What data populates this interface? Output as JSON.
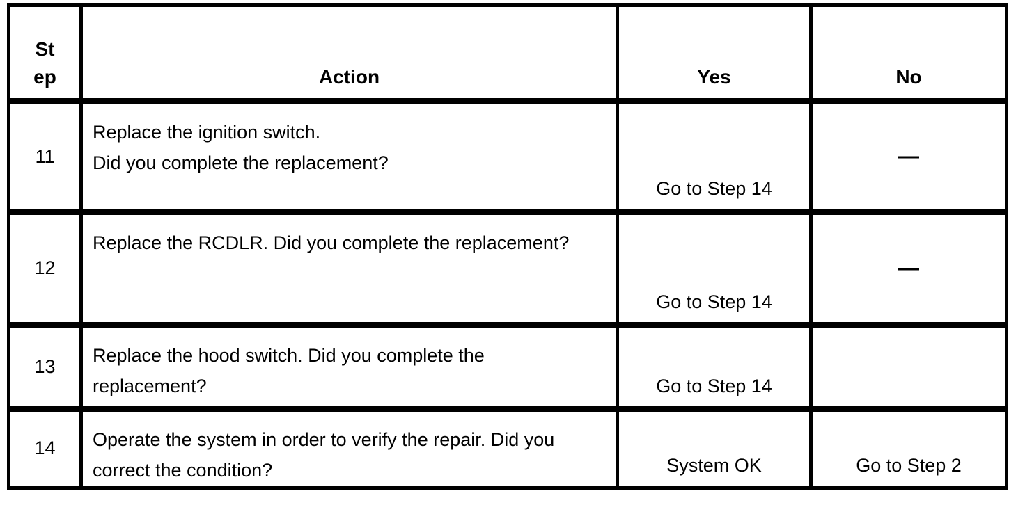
{
  "table": {
    "headers": {
      "step": "St\nep",
      "action": "Action",
      "yes": "Yes",
      "no": "No"
    },
    "rows": [
      {
        "step": "11",
        "action": "Replace the ignition switch.\nDid you complete the replacement?",
        "yes": "Go to Step 14",
        "no": "—"
      },
      {
        "step": "12",
        "action": "Replace the RCDLR. Did you complete the replacement?",
        "yes": "Go to Step 14",
        "no": "—"
      },
      {
        "step": "13",
        "action": "Replace the hood switch. Did you complete the\nreplacement?",
        "yes": "Go to Step 14",
        "no": ""
      },
      {
        "step": "14",
        "action": "Operate the system in order to verify the repair. Did you\ncorrect the condition?",
        "yes": "System OK",
        "no": "Go to Step 2"
      }
    ],
    "colors": {
      "border": "#000000",
      "text": "#000000",
      "background": "#ffffff"
    }
  }
}
